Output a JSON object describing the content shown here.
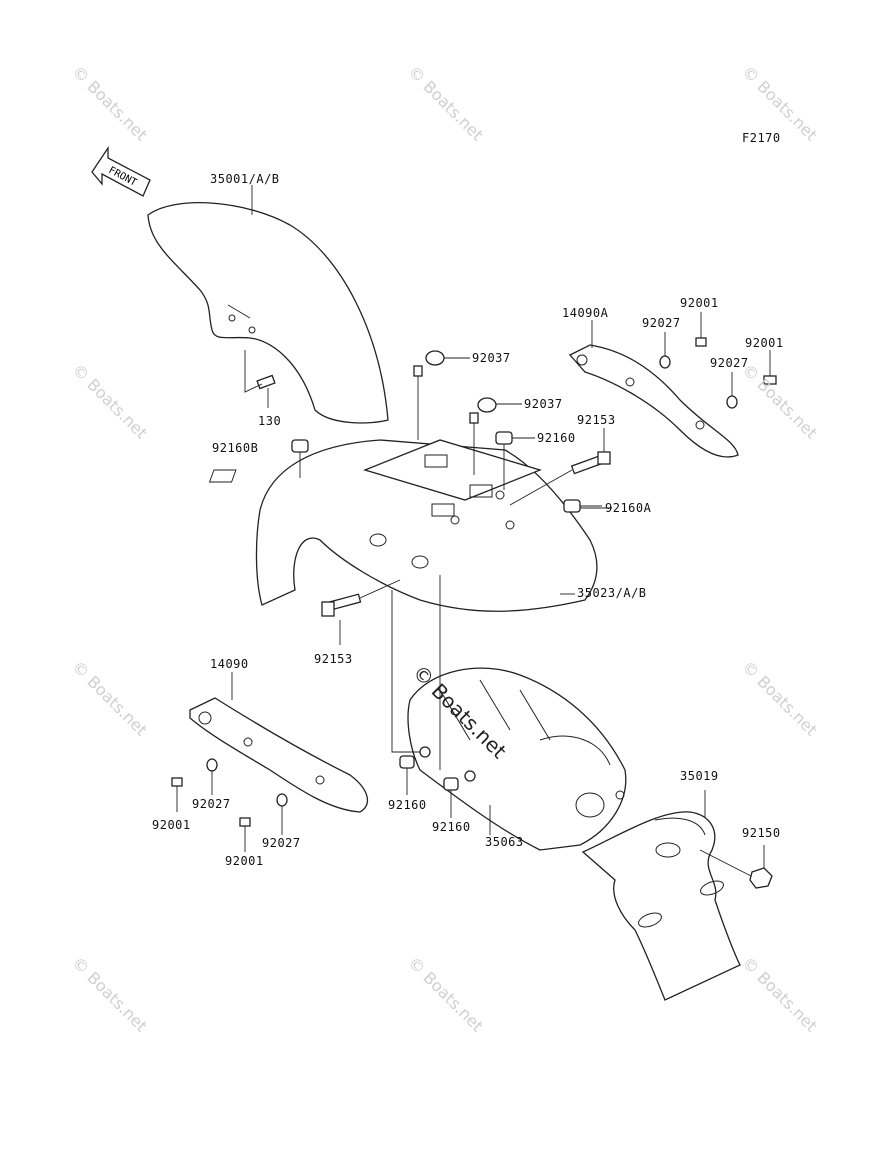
{
  "figure_code": "F2170",
  "front_arrow": "FRONT",
  "watermark": "© Boats.net",
  "watermark_center": "© Boats.net",
  "labels": {
    "l35001": "35001/A/B",
    "l130": "130",
    "l92160B": "92160B",
    "l92037a": "92037",
    "l92037b": "92037",
    "l92160a": "92160",
    "l92153a": "92153",
    "l92160A": "92160A",
    "l35023": "35023/A/B",
    "l92153b": "92153",
    "l14090A": "14090A",
    "l92001a": "92001",
    "l92027a": "92027",
    "l92001b": "92001",
    "l92027b": "92027",
    "l14090": "14090",
    "l92027c": "92027",
    "l92001c": "92001",
    "l92027d": "92027",
    "l92001d": "92001",
    "l92160b": "92160",
    "l92160c": "92160",
    "l35063": "35063",
    "l35019": "35019",
    "l92150": "92150"
  }
}
